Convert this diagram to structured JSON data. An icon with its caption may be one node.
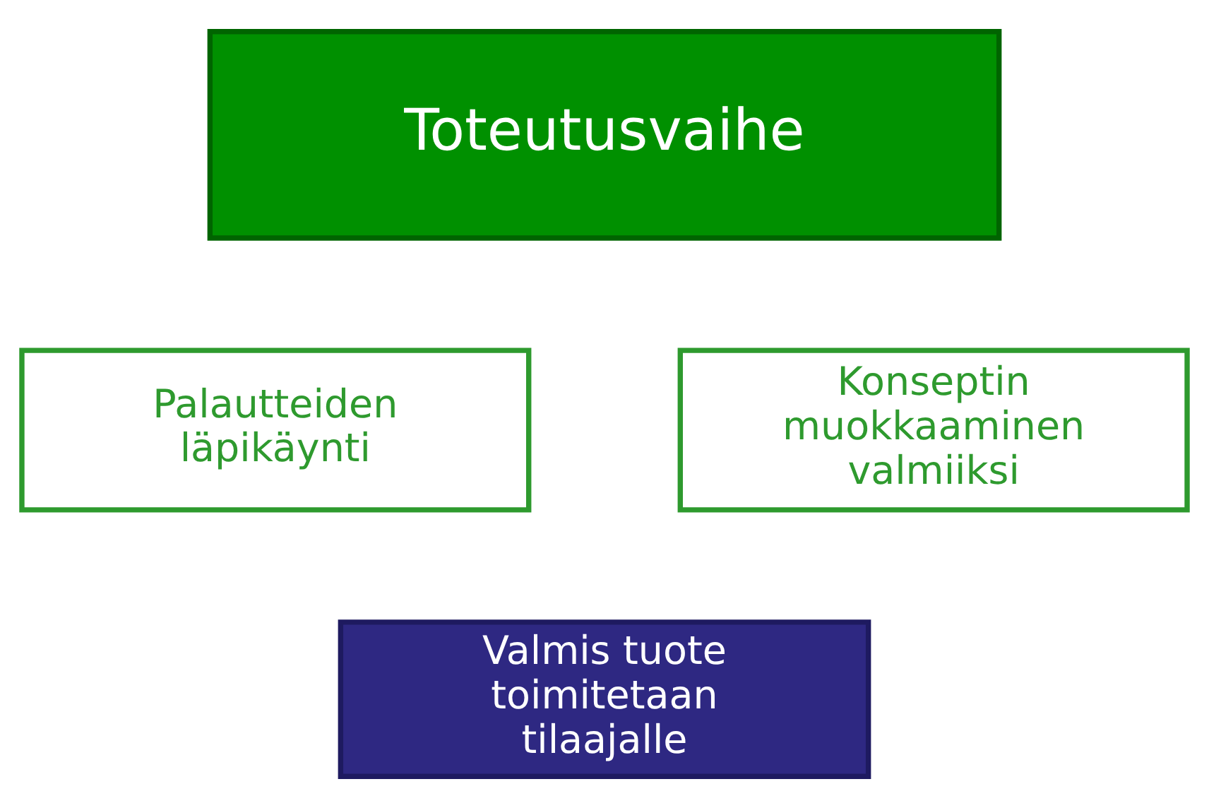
{
  "diagram": {
    "nodes": [
      {
        "text": [
          "Toteutusvaihe"
        ]
      },
      {
        "text": [
          "Palautteiden läpikäynti"
        ]
      },
      {
        "text": [
          "Konseptin muokkaaminen valmiiksi"
        ]
      },
      {
        "text": [
          "Valmis tuote toimitetaan tilaajalle"
        ]
      }
    ],
    "edges": []
  }
}
